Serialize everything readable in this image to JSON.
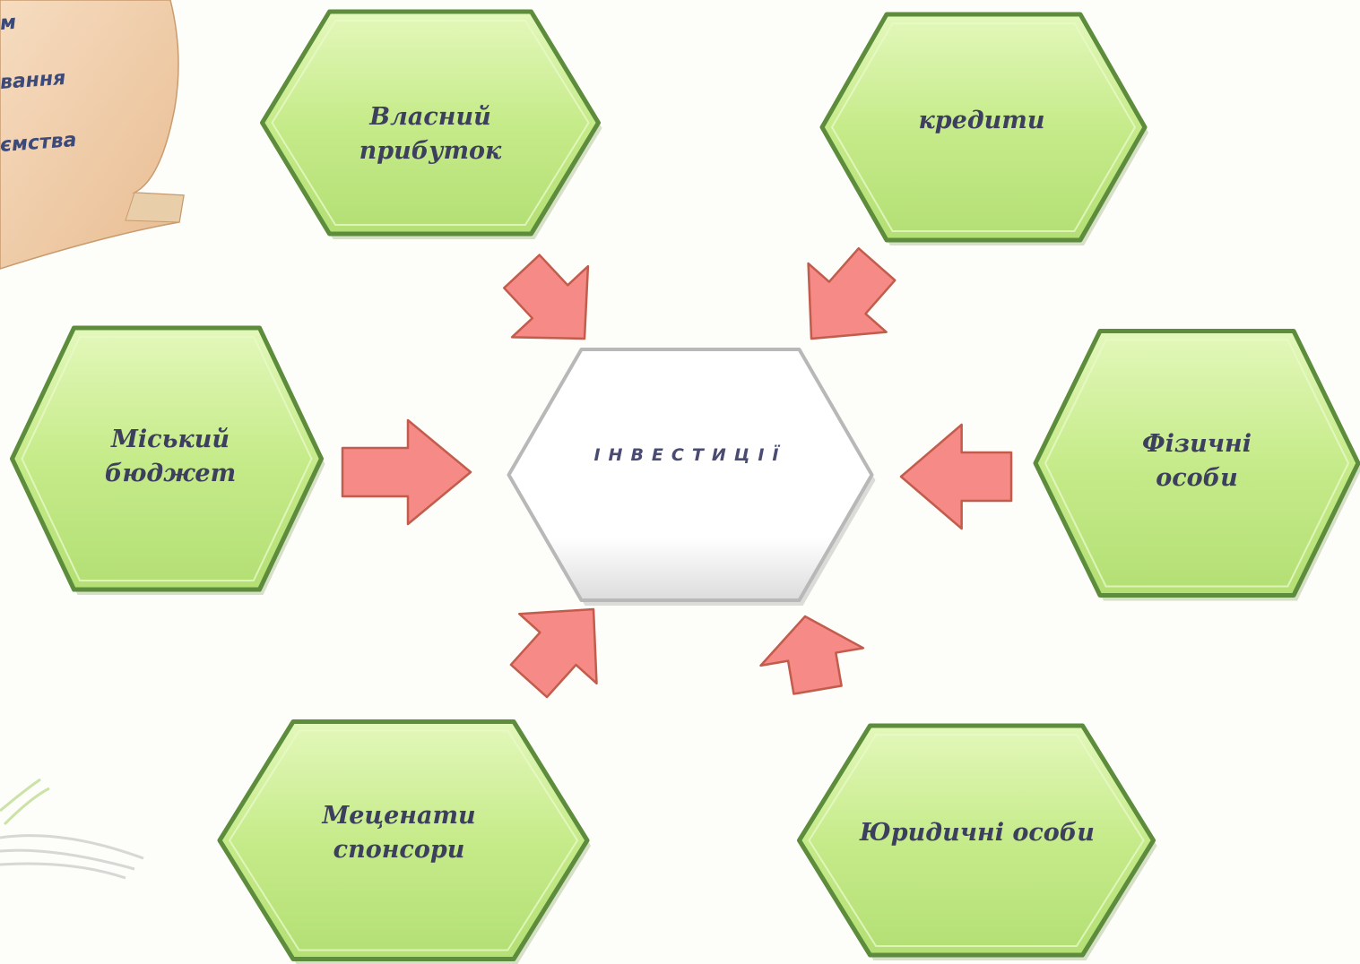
{
  "corner_fragments": [
    "м",
    "вання",
    "ємства"
  ],
  "center": {
    "label": "ІНВЕСТИЦІЇ"
  },
  "sources": [
    {
      "id": "vlasnyi-prybutok",
      "label": "Власний\nприбуток"
    },
    {
      "id": "kredyty",
      "label": "кредити"
    },
    {
      "id": "miskyi-biudzhet",
      "label": "Міський\nбюджет"
    },
    {
      "id": "fizychni-osoby",
      "label": "Фізичні\nособи"
    },
    {
      "id": "metsenaty-sponsory",
      "label": "Меценати\nспонсори"
    },
    {
      "id": "yurydychni-osoby",
      "label": "Юридичні особи"
    }
  ],
  "colors": {
    "hex_fill": "#c7ec8c",
    "hex_fill_light": "#dcf5ac",
    "hex_stroke": "#5d8c3c",
    "arrow_fill": "#f58a86",
    "arrow_stroke": "#c25c4d",
    "center_fill": "#ffffff",
    "corner_shape": "#efc9a1"
  }
}
